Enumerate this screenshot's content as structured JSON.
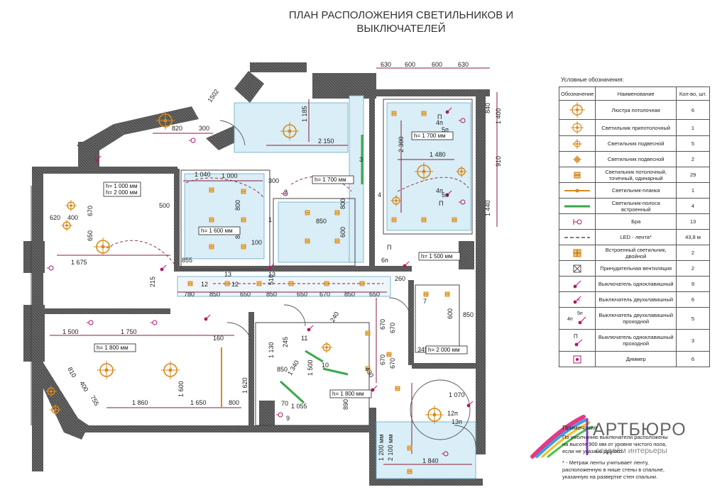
{
  "title": {
    "line1": "ПЛАН РАСПОЛОЖЕНИЯ СВЕТИЛЬНИКОВ И",
    "line2": "ВЫКЛЮЧАТЕЛЕЙ"
  },
  "plan": {
    "top_dims": [
      "630",
      "600",
      "600",
      "630"
    ],
    "right_dims": [
      "840",
      "1 400",
      "910",
      "1 440"
    ],
    "dims": {
      "d820": "820",
      "d300a": "300",
      "d1502": "1502",
      "d1185": "1 185",
      "d2150": "2 150",
      "d2300": "2 300",
      "d1480": "1 480",
      "d1040": "1 040",
      "d1000a": "1 000",
      "d300b": "300",
      "d800a": "800",
      "d800b": "800",
      "d850a": "850",
      "d600": "600",
      "d800c": "800",
      "d100": "100",
      "d620": "620",
      "d400a": "400",
      "d670a": "670",
      "d650": "650",
      "d500": "500",
      "d1675": "1 675",
      "d855": "855",
      "d215": "215",
      "d780": "780",
      "d850b": "850",
      "d650b": "650",
      "d650c": "650",
      "d850c": "850",
      "d670b": "670",
      "d850d": "850",
      "d650d": "650",
      "d510": "510",
      "d260": "260",
      "d1500a": "1 500",
      "d1750": "1 750",
      "d810": "810",
      "d400b": "400",
      "d755": "755",
      "d1860": "1 860",
      "d1650": "1 650",
      "d800d": "800",
      "d1600": "1 600",
      "d1620": "1 620",
      "d160": "160",
      "d1130": "1 130",
      "d245": "245",
      "d1340": "1 340",
      "d1500b": "1 500",
      "d850e": "850",
      "d240": "240",
      "d430": "430",
      "d1070": "1 070",
      "d1840": "1 840",
      "d1200": "1 200 мм",
      "d2100": "2 100 мм",
      "d890": "890",
      "d345": "345",
      "d600b": "600",
      "d850f": "850",
      "d1055": "1 055",
      "d670c": "670",
      "d670d": "670",
      "d670e": "670",
      "d670f": "670"
    },
    "heights": {
      "h1000_2000_a": "h= 1 000 мм",
      "h1000_2000_b": "h= 2 000 мм",
      "h1700_a": "h= 1 700 мм",
      "h1700_b": "h= 1 700 мм",
      "h1600": "h= 1 600 мм",
      "h1500": "h= 1 500 мм",
      "h1800_a": "h= 1 800 мм",
      "h2000": "h= 2 000 мм",
      "h1800_b": "h= 1 800 мм"
    },
    "marks": {
      "m13a": "13",
      "m12a": "12",
      "m13b": "13",
      "m12b": "12",
      "m13n": "13п",
      "m12n": "12п",
      "m4n": "4п",
      "m5n": "5п",
      "m4n2": "4п",
      "m5n2": "5п",
      "m6n": "6п",
      "m7": "7",
      "m9": "9",
      "m70": "70",
      "m10": "10",
      "m11": "11",
      "m2": "2",
      "m4": "4",
      "m1": "1",
      "m3": "3",
      "mP": "П",
      "mP2": "П",
      "mP3": "П"
    }
  },
  "legend": {
    "heading": "Условные обозначения:",
    "col_symbol": "Обозначение",
    "col_name": "Наименование",
    "col_qty": "Кол-во, шт.",
    "rows": [
      {
        "icon": "chandelier-icon",
        "name": "Люстра потолочная",
        "qty": "6"
      },
      {
        "icon": "ceiling-light-icon",
        "name": "Светильник припотолочный",
        "qty": "1"
      },
      {
        "icon": "pendant-light-icon",
        "name": "Светильник подвесной",
        "qty": "5"
      },
      {
        "icon": "pendant-light-small-icon",
        "name": "Светильник подвесной",
        "qty": "2"
      },
      {
        "icon": "spotlight-icon",
        "name": "Светильник потолочный, точечный, одинарный",
        "qty": "29"
      },
      {
        "icon": "light-bar-icon",
        "name": "Светильник-планка",
        "qty": "1"
      },
      {
        "icon": "light-strip-icon",
        "name": "Светильник-полоса встроенный",
        "qty": "4"
      },
      {
        "icon": "wall-sconce-icon",
        "name": "Бра",
        "qty": "13"
      },
      {
        "icon": "led-tape-icon",
        "name": "LED - лента*",
        "qty": "43,8 м"
      },
      {
        "icon": "double-recessed-icon",
        "name": "Встроенный светильник, двойной",
        "qty": "2"
      },
      {
        "icon": "forced-ventilation-icon",
        "name": "Принудительная вентиляция",
        "qty": "2"
      },
      {
        "icon": "single-switch-icon",
        "name": "Выключатель одноклавишный",
        "qty": "9"
      },
      {
        "icon": "double-switch-icon",
        "name": "Выключатель двухклавишный",
        "qty": "6"
      },
      {
        "icon": "double-passthrough-switch-icon",
        "name": "Выключатель двухклавишный проходной",
        "qty": "5"
      },
      {
        "icon": "single-passthrough-switch-icon",
        "name": "Выключатель одноклавишный проходной",
        "qty": "3"
      },
      {
        "icon": "dimmer-icon",
        "name": "Диммер",
        "qty": "6"
      }
    ],
    "sym_labels": {
      "double_pass_top": "5п",
      "double_pass_bottom": "4п",
      "single_pass": "П"
    }
  },
  "notes": {
    "title": "Примечания",
    "line1": "По умолчанию выключатели расположены",
    "line2": "на высоте 900 мм от уровня чистого пола,",
    "line3": "если не указано другого.",
    "line4": "* - Метраж ленты учитывает ленту,",
    "line5": "расположенную в нише стены в спальне,",
    "line6": "указанную на развертке стен спальни."
  },
  "logo": {
    "word": "АРТБЮРО",
    "slogan": "создаём интерьеры"
  },
  "colors": {
    "wall": "#5a5a5a",
    "glass": "#d9eef6",
    "dim_line": "#8a1c3c",
    "spot": "#e39a2a",
    "chandelier": "#d88a1a",
    "switch": "#b0186a",
    "strip": "#3aa84a"
  }
}
